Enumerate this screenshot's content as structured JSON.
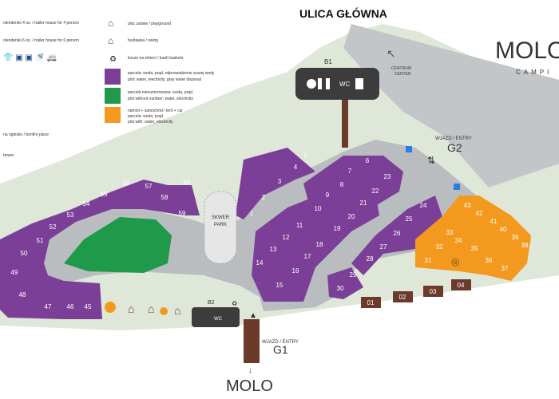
{
  "street_title": "ULICA GŁÓWNA",
  "brand": {
    "logo": "MOLO",
    "logo_sub": "CAMPI",
    "bottom_logo": "MOLO"
  },
  "colors": {
    "purple": "#7b3f98",
    "green": "#1f9a4b",
    "orange": "#f39a1e",
    "grass": "#dfe8d8",
    "road": "#b9bdbf",
    "brown": "#6b3a2a",
    "dark": "#3c3c3c",
    "park": "#e4e4e4"
  },
  "legend": {
    "cabin4": "olenderski 4 os. / trailer house for 4 person",
    "cabin6": "olenderski 6 os. / trailer house for 6 person",
    "playground": "plac zabaw / playground",
    "swing": "huśtawka / swing",
    "bins": "kosze na śmieci / trash baskets",
    "purple_line1": "parcela: woda, prąd, odprowadzenie szarej wody",
    "purple_line2": "plot: water, electricity, gray water disposal",
    "green_line1": "parcela nienumerowana: woda, prąd",
    "green_line2": "plot without number: water, electricity",
    "orange_line1": "namiot + samochód / tent + car",
    "orange_line2": "parcela: woda, prąd",
    "orange_line3": "plot with: water, electricity",
    "bonfire": "na ognisko / bonfire place",
    "bower": "bower"
  },
  "labels": {
    "b1": "B1",
    "b2": "B2",
    "centrum1": "CENTRUM",
    "centrum2": "CENTER",
    "entry_g2_small": "WJAZD / ENTRY",
    "entry_g2": "G2",
    "entry_g1_small": "WJAZD / ENTRY",
    "entry_g1": "G1",
    "park1": "SKWER",
    "park2": "PARK",
    "wc": "WC"
  },
  "purple_plots": [
    "1",
    "2",
    "3",
    "4",
    "5",
    "6",
    "7",
    "8",
    "9",
    "10",
    "11",
    "12",
    "13",
    "14",
    "15",
    "16",
    "17",
    "18",
    "19",
    "20",
    "21",
    "22",
    "23",
    "24",
    "25",
    "26",
    "27",
    "28",
    "29",
    "30",
    "45",
    "46",
    "47",
    "48",
    "49",
    "50",
    "51",
    "52",
    "53",
    "54",
    "55",
    "56",
    "57",
    "58",
    "59",
    "60"
  ],
  "orange_plots": [
    "31",
    "32",
    "33",
    "34",
    "35",
    "36",
    "37",
    "38",
    "39",
    "40",
    "41",
    "42",
    "43"
  ],
  "cabins": [
    "01",
    "02",
    "03",
    "04"
  ]
}
